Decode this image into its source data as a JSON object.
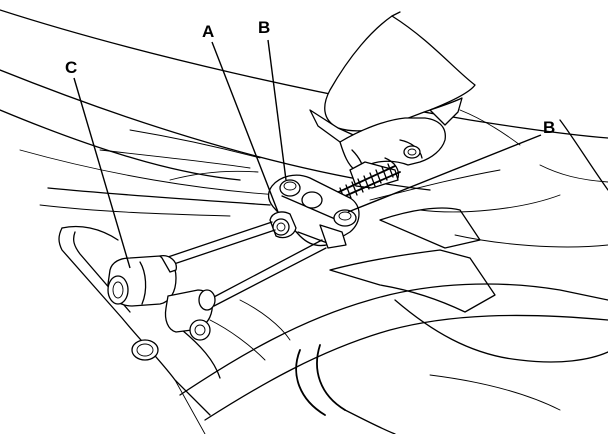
{
  "callouts": {
    "a": "A",
    "b_left": "B",
    "b_right": "B",
    "c": "C"
  }
}
